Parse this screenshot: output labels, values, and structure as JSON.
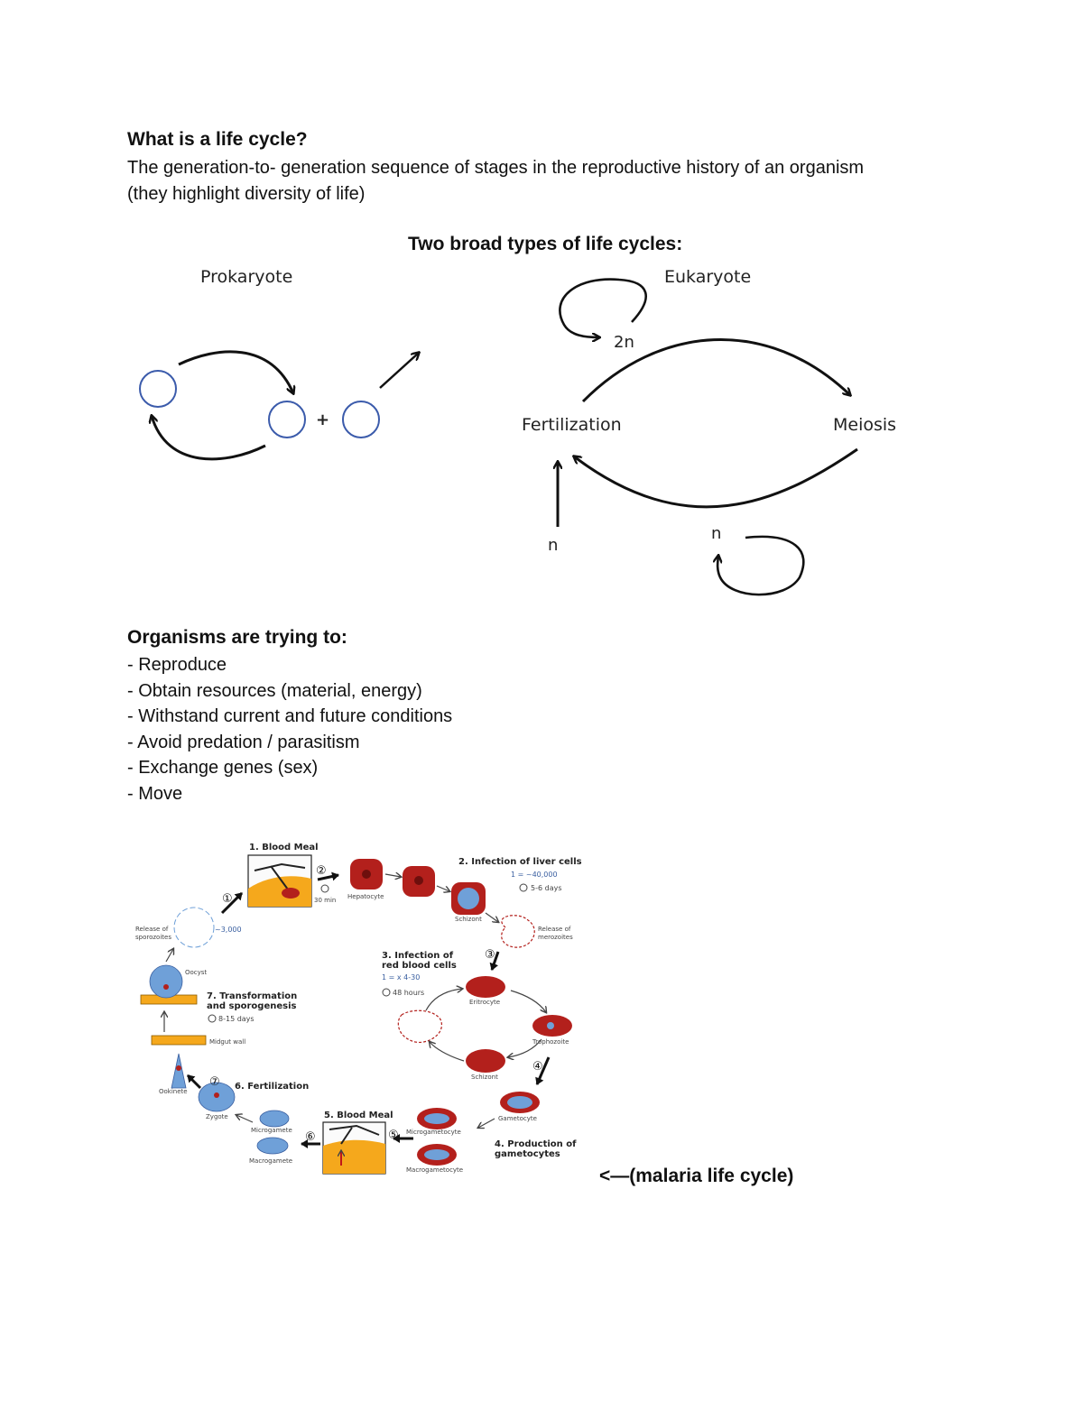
{
  "heading": "What is a life cycle?",
  "definition_line1": "The generation-to- generation sequence of stages in the reproductive history of an organism",
  "definition_line2": "(they highlight diversity of life)",
  "types_heading": "Two broad types of life cycles:",
  "prokaryote": {
    "label": "Prokaryote",
    "plus": "+"
  },
  "eukaryote": {
    "label": "Eukaryote",
    "diploid": "2n",
    "fertilization": "Fertilization",
    "meiosis": "Meiosis",
    "haploid_left": "n",
    "haploid_right": "n"
  },
  "goals": {
    "heading": "Organisms are trying to:",
    "items": [
      "- Reproduce",
      "- Obtain resources (material, energy)",
      "- Withstand current and future conditions",
      "- Avoid predation / parasitism",
      "- Exchange genes (sex)",
      "- Move"
    ]
  },
  "malaria": {
    "stage1": "1. Blood Meal",
    "stage2": "2. Infection of liver cells",
    "stage2_count": "1 = ~40,000",
    "stage2_time": "5-6 days",
    "time_30": "30 min",
    "hepatocyte": "Hepatocyte",
    "schizont": "Schizont",
    "release_merozoites": [
      "Release of",
      "merozoites"
    ],
    "stage3": [
      "3. Infection of",
      "red blood cells"
    ],
    "stage3_count": "1 = x 4-30",
    "stage3_time": "48 hours",
    "erythrocyte": "Eritrocyte",
    "trophozoite": "Trophozoite",
    "schizont2": "Schizont",
    "gametocyte": "Gametocyte",
    "stage4": [
      "4. Production of",
      "gametocytes"
    ],
    "microgametocyte": "Microgametocyte",
    "macrogametocyte": "Macrogametocyte",
    "stage5": "5. Blood Meal",
    "microgamete": "Microgamete",
    "macrogamete": "Macrogamete",
    "stage6": "6. Fertilization",
    "zygote": "Zygote",
    "ookinete": "Ookinete",
    "midgut": "Midgut wall",
    "stage7": [
      "7. Transformation",
      "and sporogenesis"
    ],
    "stage7_time": "8-15 days",
    "oocyst": "Oocyst",
    "release_sporozoites": [
      "Release of",
      "sporozoites"
    ],
    "sporozoite_count": "~3,000",
    "nums": [
      "①",
      "②",
      "③",
      "④",
      "⑤",
      "⑥",
      "⑦"
    ]
  },
  "malaria_caption": "<—(malaria life cycle)"
}
